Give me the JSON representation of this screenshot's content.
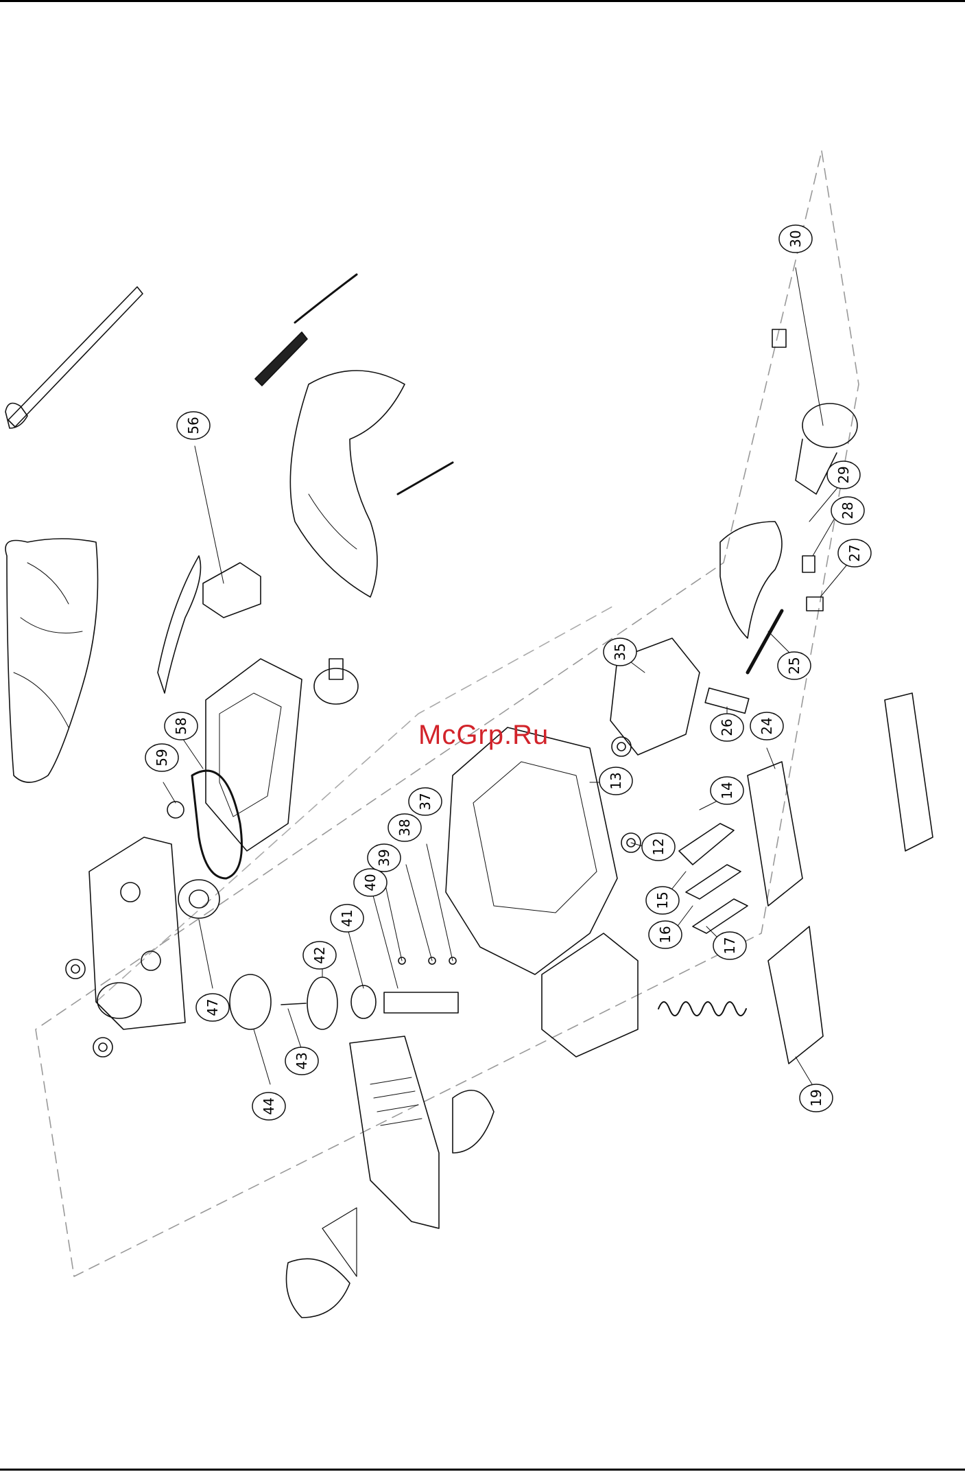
{
  "watermark": "McGrp.Ru",
  "colors": {
    "line": "#111111",
    "watermark": "#d2232a",
    "background": "#ffffff"
  },
  "callouts": [
    "30",
    "29",
    "28",
    "27",
    "25",
    "26",
    "24",
    "35",
    "13",
    "14",
    "12",
    "15",
    "16",
    "17",
    "19",
    "37",
    "38",
    "39",
    "40",
    "41",
    "42",
    "43",
    "44",
    "47",
    "56",
    "58",
    "59"
  ]
}
